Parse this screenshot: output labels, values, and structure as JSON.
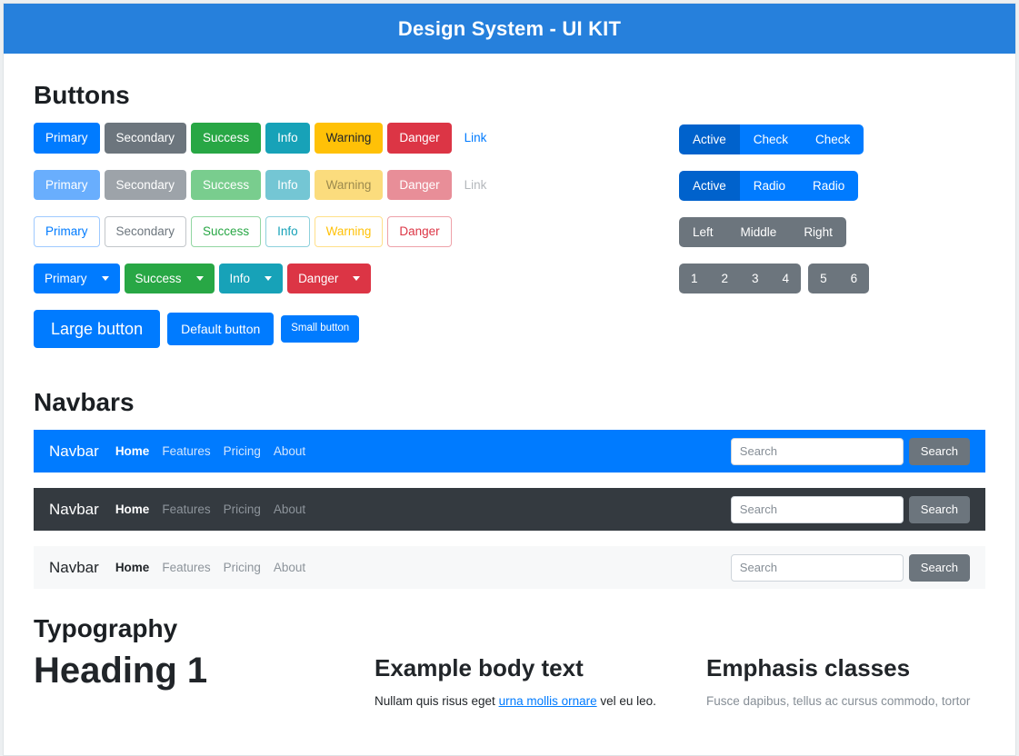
{
  "header": {
    "title": "Design System - UI KIT",
    "bg": "#2680dc"
  },
  "buttons": {
    "section_title": "Buttons",
    "solid": [
      {
        "label": "Primary",
        "variant": "primary"
      },
      {
        "label": "Secondary",
        "variant": "secondary"
      },
      {
        "label": "Success",
        "variant": "success"
      },
      {
        "label": "Info",
        "variant": "info"
      },
      {
        "label": "Warning",
        "variant": "warning"
      },
      {
        "label": "Danger",
        "variant": "danger"
      },
      {
        "label": "Link",
        "variant": "link"
      }
    ],
    "faded": [
      {
        "label": "Primary",
        "variant": "primary"
      },
      {
        "label": "Secondary",
        "variant": "secondary"
      },
      {
        "label": "Success",
        "variant": "success"
      },
      {
        "label": "Info",
        "variant": "info"
      },
      {
        "label": "Warning",
        "variant": "warning"
      },
      {
        "label": "Danger",
        "variant": "danger"
      },
      {
        "label": "Link",
        "variant": "link"
      }
    ],
    "outline": [
      {
        "label": "Primary",
        "variant": "primary"
      },
      {
        "label": "Secondary",
        "variant": "secondary"
      },
      {
        "label": "Success",
        "variant": "success"
      },
      {
        "label": "Info",
        "variant": "info"
      },
      {
        "label": "Warning",
        "variant": "warning"
      },
      {
        "label": "Danger",
        "variant": "danger"
      }
    ],
    "dropdowns": [
      {
        "label": "Primary",
        "variant": "primary"
      },
      {
        "label": "Success",
        "variant": "success"
      },
      {
        "label": "Info",
        "variant": "info"
      },
      {
        "label": "Danger",
        "variant": "danger"
      }
    ],
    "sizes": [
      {
        "label": "Large button",
        "size": "lg"
      },
      {
        "label": "Default button",
        "size": "df"
      },
      {
        "label": "Small button",
        "size": "sm"
      }
    ],
    "groups": {
      "checkbox": {
        "items": [
          "Active",
          "Check",
          "Check"
        ],
        "active_index": 0
      },
      "radio": {
        "items": [
          "Active",
          "Radio",
          "Radio"
        ],
        "active_index": 0
      },
      "toolbar": {
        "items": [
          "Left",
          "Middle",
          "Right"
        ]
      },
      "pagination_a": {
        "items": [
          "1",
          "2",
          "3",
          "4"
        ]
      },
      "pagination_b": {
        "items": [
          "5",
          "6"
        ]
      }
    }
  },
  "navbars": {
    "section_title": "Navbars",
    "brand": "Navbar",
    "links": [
      {
        "label": "Home",
        "active": true
      },
      {
        "label": "Features",
        "active": false
      },
      {
        "label": "Pricing",
        "active": false
      },
      {
        "label": "About",
        "active": false
      }
    ],
    "search_placeholder": "Search",
    "search_button": "Search",
    "themes": [
      {
        "name": "primary",
        "bg": "#007bff"
      },
      {
        "name": "dark",
        "bg": "#343a40"
      },
      {
        "name": "light",
        "bg": "#f7f8f9"
      }
    ]
  },
  "typography": {
    "section_title": "Typography",
    "heading1": "Heading 1",
    "body_title": "Example body text",
    "body_text_before": "Nullam quis risus eget ",
    "body_link": "urna mollis ornare",
    "body_text_after": " vel eu leo.",
    "emphasis_title": "Emphasis classes",
    "emphasis_text": "Fusce dapibus, tellus ac cursus commodo, tortor"
  }
}
